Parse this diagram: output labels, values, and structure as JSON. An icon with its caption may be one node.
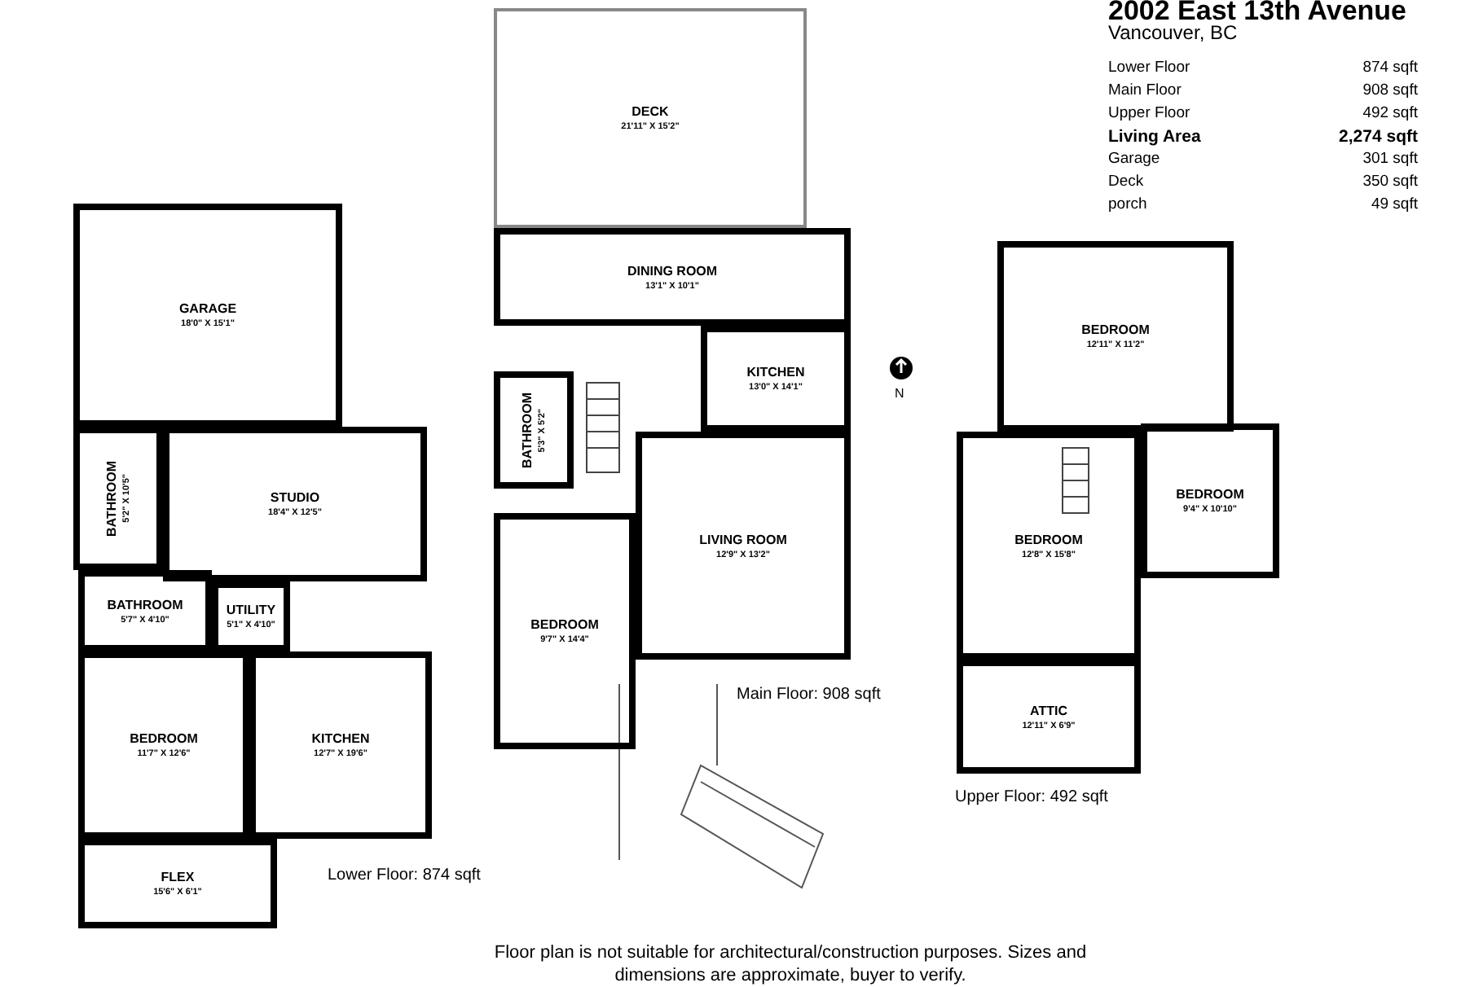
{
  "diagram": {
    "title": "2002 East 13th Avenue",
    "caption": "Floor plan is not suitable for architectural/construction purposes. Sizes and dimensions are approximate, buyer to verify.",
    "nodes": [
      {
        "text": [
          "GARAGE",
          "18'0\" X 15'1\""
        ]
      },
      {
        "text": [
          "BATHROOM",
          "5'2\" X 10'5\""
        ]
      },
      {
        "text": [
          "STUDIO",
          "18'4\" X 12'5\""
        ]
      },
      {
        "text": [
          "BATHROOM",
          "5'7\" X 4'10\""
        ]
      },
      {
        "text": [
          "UTILITY",
          "5'1\" X 4'10\""
        ]
      },
      {
        "text": [
          "BEDROOM",
          "11'7\" X 12'6\""
        ]
      },
      {
        "text": [
          "KITCHEN",
          "12'7\" X 19'6\""
        ]
      },
      {
        "text": [
          "FLEX",
          "15'6\" X 6'1\""
        ]
      },
      {
        "text": [
          "DECK",
          "21'11\" X 15'2\""
        ]
      },
      {
        "text": [
          "DINING ROOM",
          "13'1\" X 10'1\""
        ]
      },
      {
        "text": [
          "KITCHEN",
          "13'0\" X 14'1\""
        ]
      },
      {
        "text": [
          "BATHROOM",
          "5'3\" X 5'2\""
        ]
      },
      {
        "text": [
          "LIVING ROOM",
          "12'9\" X 13'2\""
        ]
      },
      {
        "text": [
          "BEDROOM",
          "9'7\" X 14'4\""
        ]
      },
      {
        "text": [
          "BEDROOM",
          "12'11\" X 11'2\""
        ]
      },
      {
        "text": [
          "BEDROOM",
          "9'4\" X 10'10\""
        ]
      },
      {
        "text": [
          "BEDROOM",
          "12'8\" X 15'8\""
        ]
      },
      {
        "text": [
          "ATTIC",
          "12'11\" X 6'9\""
        ]
      }
    ],
    "labels": [
      "Vancouver, BC",
      "Lower Floor",
      "874 sqft",
      "Main Floor",
      "908 sqft",
      "Upper Floor",
      "492 sqft",
      "Living Area",
      "2,274 sqft",
      "Garage",
      "301 sqft",
      "Deck",
      "350 sqft",
      "porch",
      "49 sqft",
      "N",
      "Lower Floor: 874 sqft",
      "Main Floor: 908 sqft",
      "Upper Floor: 492 sqft"
    ]
  }
}
